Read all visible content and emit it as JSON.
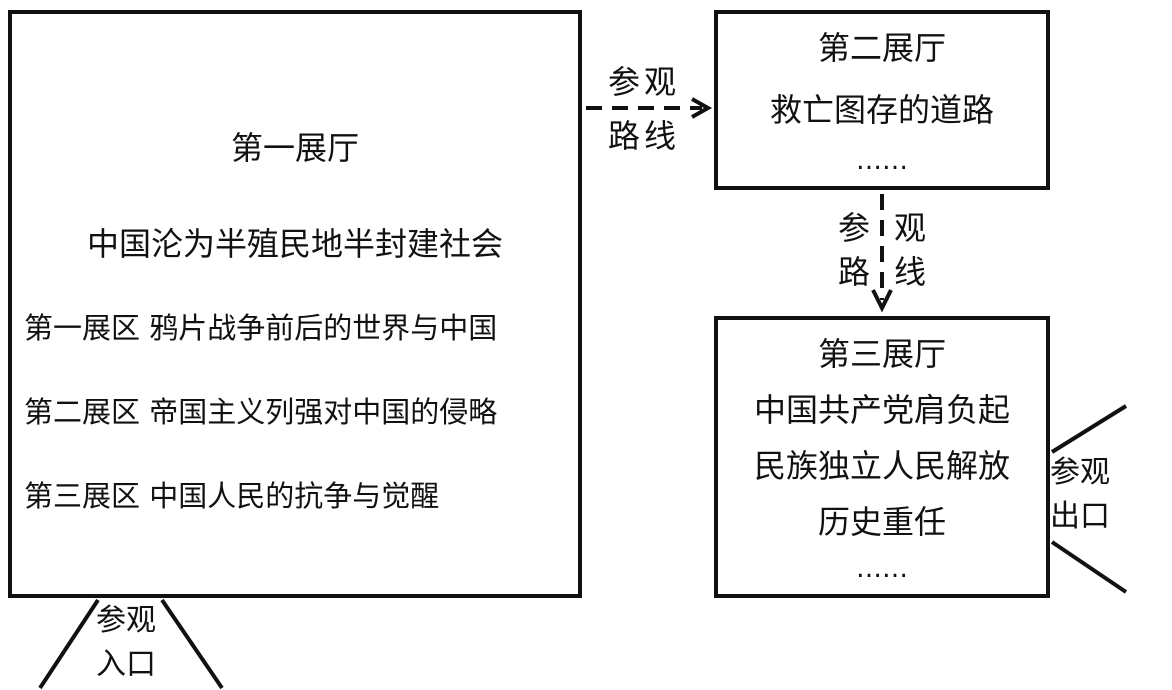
{
  "hall1": {
    "title": "第一展厅",
    "theme": "中国沦为半殖民地半封建社会",
    "zones": [
      "第一展区  鸦片战争前后的世界与中国",
      "第二展区  帝国主义列强对中国的侵略",
      "第三展区  中国人民的抗争与觉醒"
    ]
  },
  "hall2": {
    "title": "第二展厅",
    "theme": "救亡图存的道路",
    "ellipsis": "……"
  },
  "hall3": {
    "title": "第三展厅",
    "theme_lines": [
      "中国共产党肩负起",
      "民族独立人民解放",
      "历史重任"
    ],
    "ellipsis": "……"
  },
  "route_top": {
    "chars": [
      "参",
      "观",
      "路",
      "线"
    ]
  },
  "route_right": {
    "chars": [
      "参",
      "观",
      "路",
      "线"
    ]
  },
  "entrance": {
    "lines": [
      "参观",
      "入口"
    ]
  },
  "exit": {
    "lines": [
      "参观",
      "出口"
    ]
  },
  "colors": {
    "stroke": "#111111",
    "background": "#ffffff"
  }
}
